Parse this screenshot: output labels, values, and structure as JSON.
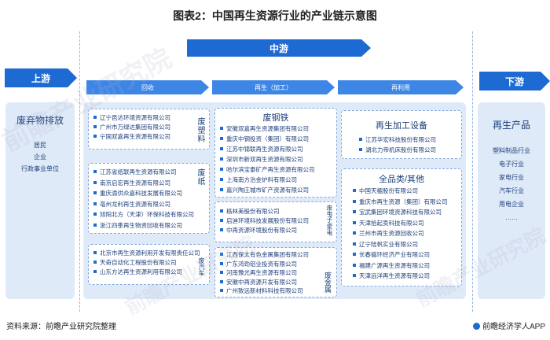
{
  "title": "图表2：中国再生资源行业的产业链示意图",
  "stages": {
    "upstream": "上游",
    "midstream": "中游",
    "downstream": "下游"
  },
  "process": {
    "recycle": "回收",
    "regen": "再生（加工）",
    "reuse": "再利用"
  },
  "upstream": {
    "title": "废弃物排放",
    "items": [
      "居民",
      "企业",
      "行政事业单位"
    ]
  },
  "recycle": {
    "plastic": {
      "label": "废塑料",
      "companies": [
        "辽宁邑达环境资源有限公司",
        "广州市万绿达集团有限公司",
        "宁国双嘉再生资源有限公司"
      ]
    },
    "paper": {
      "label": "废纸",
      "companies": [
        "江苏省纸联再生资源有限公司",
        "南京启宏再生资源有限公司",
        "重庆渝供众嘉科技发展有限公司",
        "亳州龙利再生资源有限公司",
        "旭阳北方（天津）环保科技有限公司",
        "浙江四季再生物资回收有限公司"
      ]
    },
    "car": {
      "label": "废汽车",
      "companies": [
        "北京市再生资源利用开发有限责任公司",
        "天奇自动化工程股份有限公司",
        "山东方达再生资源利用有限公司"
      ]
    }
  },
  "regen": {
    "steel_title": "废钢铁",
    "steel": [
      "安徽双嘉再生资源集团有限公司",
      "重庆中钢投资（集团）有限公司",
      "江苏中锦联再生资源有限公司",
      "深圳市新双再生资源有限公司",
      "哈尔滨宝泰矿产再生资源有限公司",
      "上海南方治金炉料有限公司",
      "嘉兴陶庄城市矿产资源有限公司"
    ],
    "appliance_label": "废电子/家电",
    "appliance": [
      "格林美股份有限公司",
      "启迪环境科技发展股份有限公司",
      "中再资源环境股份有限公司"
    ],
    "metal_label": "废金属",
    "metal": [
      "江西保太有色金属集团有限公司",
      "广东鸿劲铝业投资有限公司",
      "河南豫光再生资源有限公司",
      "安徽中再资源开发有限公司",
      "广州致远新材料科技有限公司"
    ]
  },
  "reuse": {
    "equip_title": "再生加工设备",
    "equip": [
      "江苏华宏科技股份有限公司",
      "湖北力帝机床股份有限公司"
    ],
    "full_title": "全品类/其他",
    "full": [
      "中国天楹股份有限公司",
      "重庆市再生资源（集团）有限公司",
      "宝武集团环境资源科技有限公司",
      "天津拾起卖科技有限公司",
      "兰州市再生资源回收公司",
      "辽宁陆帆实业有限公司",
      "长春循环经济产业有限公司",
      "福建广源再生资源有限公司",
      "天津远洋再生资源有限公司"
    ]
  },
  "downstream": {
    "title": "再生产品",
    "items": [
      "塑料制品行业",
      "电子行业",
      "家电行业",
      "汽车行业",
      "用电企业",
      "……"
    ]
  },
  "watermark": "前瞻产业研究院",
  "footer": {
    "source": "资料来源：前瞻产业研究院整理",
    "brand": "前瞻经济学人APP"
  }
}
